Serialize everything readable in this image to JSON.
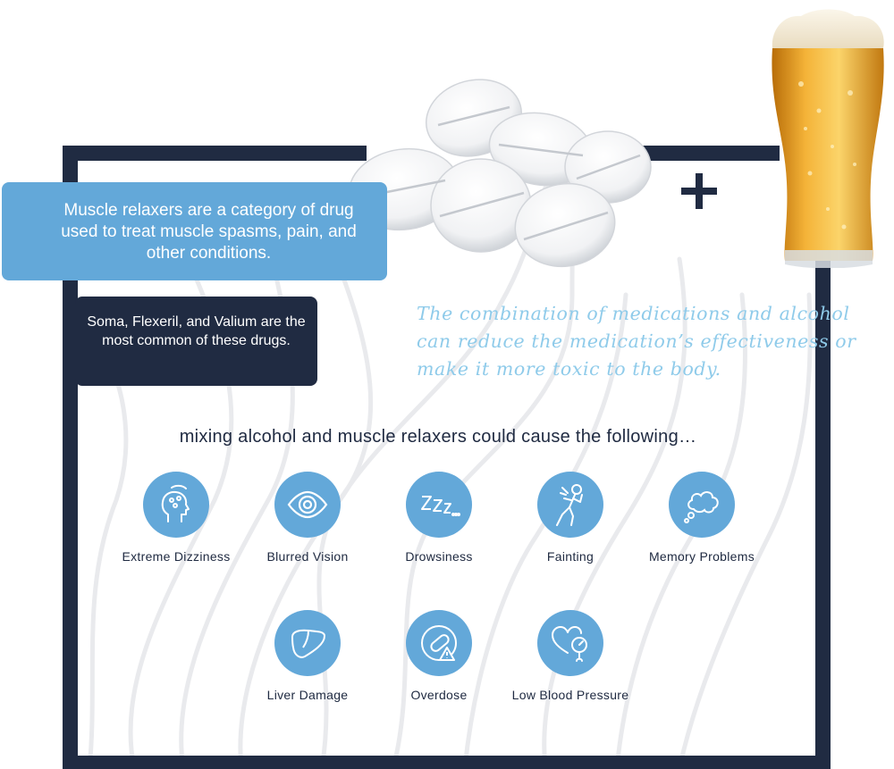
{
  "callouts": {
    "definition": "Muscle relaxers are a category of drug used to treat muscle spasms, pain, and other conditions.",
    "common_drugs": "Soma, Flexeril, and Valium are the most common of these drugs."
  },
  "quote": "The combination of medications and alcohol can reduce the medication’s effectiveness or make it more toxic to the body.",
  "heading": "mixing alcohol and muscle relaxers could cause the following…",
  "effects": [
    {
      "label": "Extreme Dizziness",
      "icon": "dizzy-head-icon"
    },
    {
      "label": "Blurred Vision",
      "icon": "eye-icon"
    },
    {
      "label": "Drowsiness",
      "icon": "zzz-icon"
    },
    {
      "label": "Fainting",
      "icon": "fainting-person-icon"
    },
    {
      "label": "Memory Problems",
      "icon": "thought-bubble-icon"
    },
    {
      "label": "Liver Damage",
      "icon": "liver-icon"
    },
    {
      "label": "Overdose",
      "icon": "pill-warning-icon"
    },
    {
      "label": "Low Blood Pressure",
      "icon": "heart-gauge-icon"
    }
  ],
  "colors": {
    "navy": "#202b42",
    "blue": "#63a8d9",
    "light_blue": "#8fcbea"
  }
}
